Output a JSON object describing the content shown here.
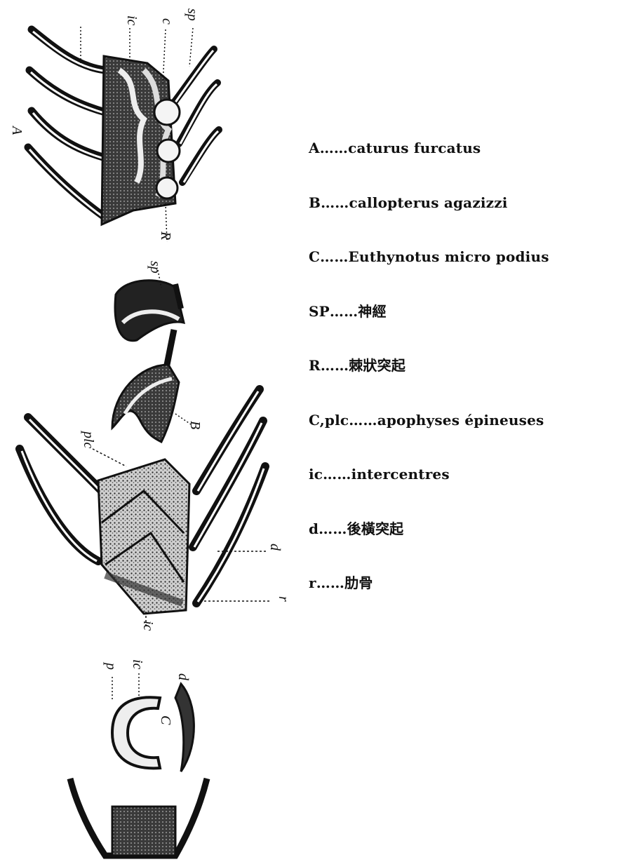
{
  "figure_labels": {
    "ic": "ic",
    "c": "c",
    "sp": "sp",
    "A": "A",
    "R": "R",
    "sp2": "sp",
    "plc": "plc",
    "d": "d",
    "r": "r",
    "ic2": "ic",
    "C": "C",
    "ic3": "ic",
    "B": "B",
    "p": "p",
    "d2": "d"
  },
  "legend": [
    {
      "text": "A……caturus furcatus"
    },
    {
      "text": "B……callopterus agazizzi"
    },
    {
      "text": "C……Euthynotus micro podius"
    },
    {
      "text": "SP……神經"
    },
    {
      "text": "R……棘狀突起"
    },
    {
      "text": "C,plc……apophyses épineuses"
    },
    {
      "text": "ic……intercentres"
    },
    {
      "text": "d……後橫突起"
    },
    {
      "text": "r……肋骨"
    }
  ]
}
